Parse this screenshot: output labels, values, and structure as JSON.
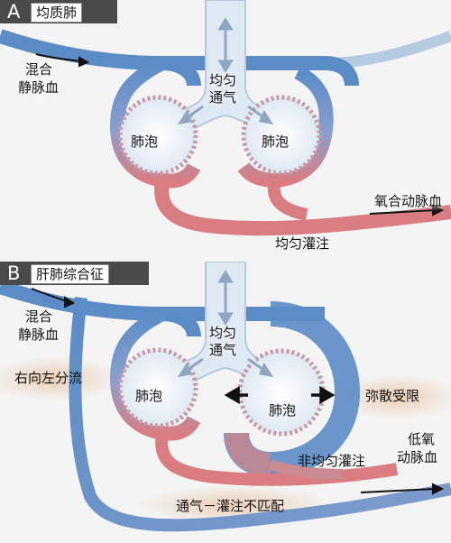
{
  "panel_a": {
    "letter": "A",
    "title": "均质肺",
    "labels": {
      "mixed_venous": "混合静脉血",
      "mixed_venous_l1": "混合",
      "mixed_venous_l2": "静脉血",
      "uniform_vent_l1": "均匀",
      "uniform_vent_l2": "通气",
      "alveolus_left": "肺泡",
      "alveolus_right": "肺泡",
      "oxygenated": "氧合动脉血",
      "uniform_perf": "均匀灌注"
    }
  },
  "panel_b": {
    "letter": "B",
    "title": "肝肺综合征",
    "labels": {
      "mixed_venous_l1": "混合",
      "mixed_venous_l2": "静脉血",
      "uniform_vent_l1": "均匀",
      "uniform_vent_l2": "通气",
      "shunt": "右向左分流",
      "alveolus_left": "肺泡",
      "alveolus_right": "肺泡",
      "diffusion": "弥散受限",
      "hypoxemia_l1": "低氧",
      "hypoxemia_l2": "动脉血",
      "nonuniform_perf": "非均匀灌注",
      "mismatch": "通气－灌注不匹配"
    }
  },
  "colors": {
    "venous_blue": "#5b8cc6",
    "arterial_red": "#d97d83",
    "alveolus_fill": "#eef3f8",
    "airway": "#dfe9f3",
    "header": "#4a4a4a"
  }
}
